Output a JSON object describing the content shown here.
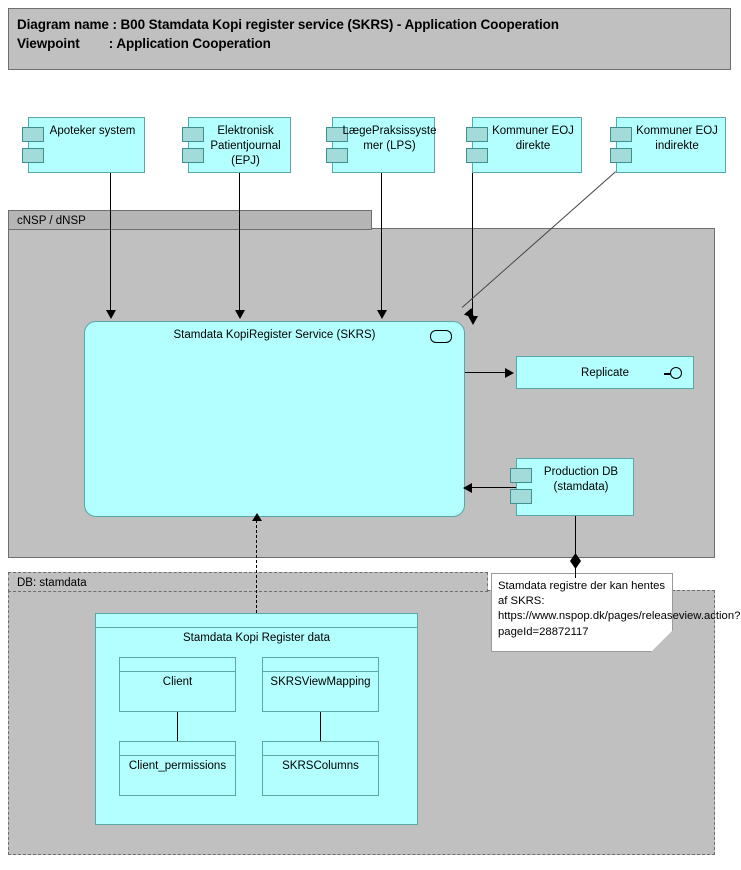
{
  "header": {
    "line1": "Diagram name : B00 Stamdata Kopi register service (SKRS) - Application Cooperation",
    "line2": "Viewpoint        : Application Cooperation"
  },
  "top_components": [
    {
      "label": "Apoteker system",
      "icon": "component-icon"
    },
    {
      "label": "Elektronisk\nPatientjournal\n(EPJ)",
      "icon": "component-icon"
    },
    {
      "label": "LægePraksissyste\nmer (LPS)",
      "icon": "component-icon"
    },
    {
      "label": "Kommuner EOJ\ndirekte",
      "icon": "component-icon"
    },
    {
      "label": "Kommuner EOJ\nindirekte",
      "icon": "component-icon"
    }
  ],
  "groups": {
    "nsp": {
      "label": "cNSP / dNSP"
    },
    "db": {
      "label": "DB: stamdata"
    }
  },
  "service": {
    "label": "Stamdata KopiRegister Service (SKRS)",
    "interface_icon": "required-interface-oval-icon"
  },
  "replicate": {
    "label": "Replicate",
    "interface_icon": "provided-interface-lollipop-icon"
  },
  "production_db": {
    "label": "Production DB\n(stamdata)",
    "icon": "component-icon"
  },
  "note": {
    "text": "Stamdata registre der kan hentes af SKRS: https://www.nspop.dk/pages/releaseview.action?pageId=28872117"
  },
  "data_package": {
    "label": "Stamdata Kopi Register data",
    "tables": [
      {
        "label": "Client"
      },
      {
        "label": "SKRSViewMapping"
      },
      {
        "label": "Client_permissions"
      },
      {
        "label": "SKRSColumns"
      }
    ]
  },
  "colors": {
    "element_fill": "#b3ffff",
    "element_border": "#5aa7a7",
    "group_fill": "#c0c0c0",
    "group_tab_fill": "#b5b5b5",
    "group_border": "#6e6e6e",
    "component_tab_fill": "#a3dbdb",
    "note_fill": "#ffffff",
    "connector": "#000000"
  }
}
